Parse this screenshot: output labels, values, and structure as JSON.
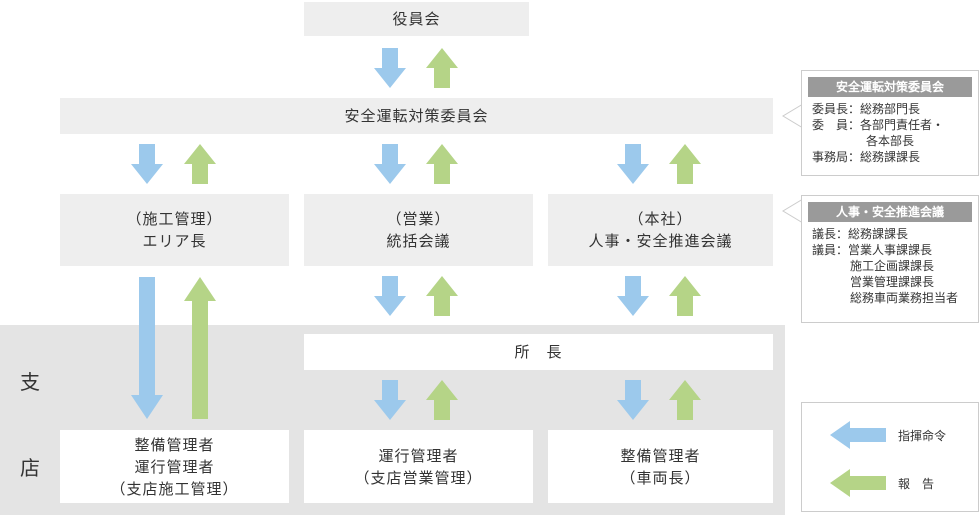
{
  "colors": {
    "command": "#9cc9ec",
    "report": "#b5d487",
    "box": "#eeeeee",
    "branch": "#e4e4e4",
    "panel_head": "#9a9a9a"
  },
  "top": {
    "board": "役員会",
    "committee": "安全運転対策委員会"
  },
  "middle": {
    "area": "（施工管理）\nエリア長",
    "sales": "（営業）\n統括会議",
    "hq": "（本社）\n人事・安全推進会議"
  },
  "branch": {
    "char1": "支",
    "char2": "店",
    "chief": "所　長",
    "maintenance_mgr": "整備管理者\n運行管理者\n（支店施工管理）",
    "operation_mgr": "運行管理者\n（支店営業管理）",
    "vehicle_mgr": "整備管理者\n（車両長）"
  },
  "panel_committee": {
    "title": "安全運転対策委員会",
    "rows": [
      {
        "label": "委員長：",
        "value": "総務部門長"
      },
      {
        "label": "委　員：",
        "value": "各部門責任者・"
      },
      {
        "label": "",
        "value": "各本部長"
      },
      {
        "label": "事務局：",
        "value": "総務課課長"
      }
    ]
  },
  "panel_council": {
    "title": "人事・安全推進会議",
    "rows": [
      {
        "label": "議長：",
        "value": "総務課課長"
      },
      {
        "label": "議員：",
        "value": "営業人事課課長"
      },
      {
        "label": "",
        "value": "施工企画課課長"
      },
      {
        "label": "",
        "value": "営業管理課課長"
      },
      {
        "label": "",
        "value": "総務車両業務担当者"
      }
    ]
  },
  "legend": {
    "command": "指揮命令",
    "report": "報　告"
  }
}
